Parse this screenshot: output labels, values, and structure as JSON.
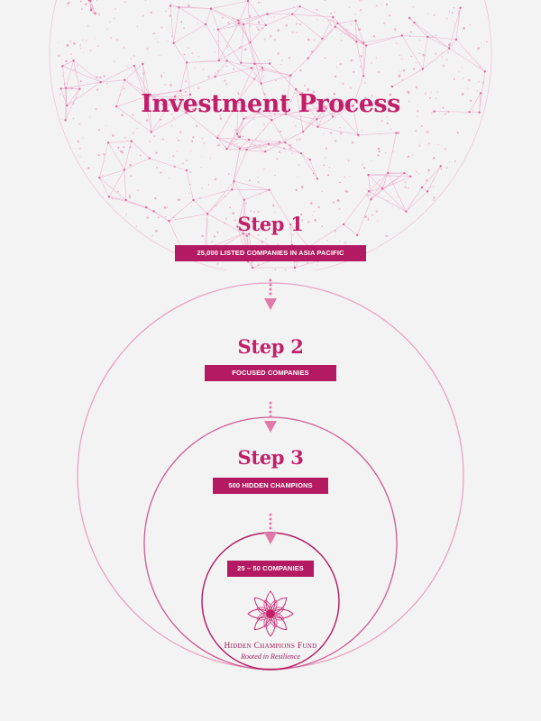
{
  "title": "Investment Process",
  "steps": [
    {
      "heading": "Step 1",
      "label": "25,000 LISTED COMPANIES IN ASIA PACIFIC"
    },
    {
      "heading": "Step 2",
      "label": "FOCUSED COMPANIES"
    },
    {
      "heading": "Step 3",
      "label": "500 HIDDEN CHAMPIONS"
    }
  ],
  "final": {
    "label": "25 – 50 COMPANIES"
  },
  "fund": {
    "name": "Hidden Champions Fund",
    "tagline": "Rooted in Resilience"
  },
  "colors": {
    "accent": "#c21f6b",
    "box": "#b31a61",
    "outline": "#e58fb6",
    "background": "#f4f3f3"
  },
  "icons": {
    "arrow": "dotted-down-arrow-icon",
    "logo": "lotus-mandala-logo"
  }
}
